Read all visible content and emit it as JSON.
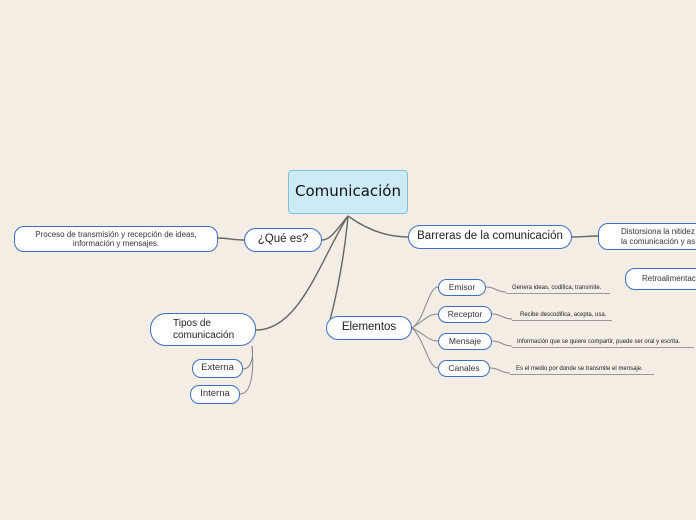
{
  "root": {
    "label": "Comunicación"
  },
  "que_es": {
    "label": "¿Qué es?",
    "definition": "Proceso de transmisión y recepción de ideas, información y mensajes."
  },
  "barreras": {
    "label": "Barreras de la comunicación",
    "detail": "Distorsiona la nitidez de la comunicación y así c",
    "retro": "Retroalimentac"
  },
  "tipos": {
    "label": "Tipos de comunicación",
    "items": [
      "Externa",
      "Interna"
    ]
  },
  "elementos": {
    "label": "Elementos",
    "items": [
      {
        "label": "Emisor",
        "note": "Genera ideas, codifica, transmite."
      },
      {
        "label": "Receptor",
        "note": "Recibe descodifica, acepta, usa."
      },
      {
        "label": "Mensaje",
        "note": "Información que se quiere compartir, puede ser oral y escrita."
      },
      {
        "label": "Canales",
        "note": "Es el medio por donde se transmite el mensaje."
      }
    ]
  },
  "colors": {
    "background": "#f3ede3",
    "root_fill": "#cdeaf7",
    "node_border": "#3b6fc4",
    "link": "#666666"
  }
}
